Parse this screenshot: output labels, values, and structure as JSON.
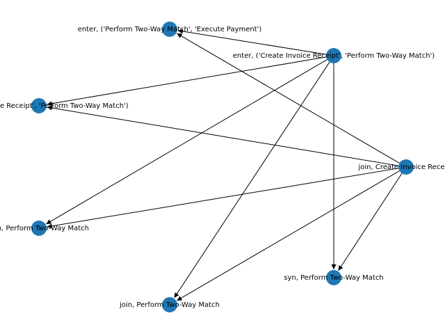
{
  "graph": {
    "node_color": "#1f77b4",
    "edge_color": "#000000",
    "nodes": [
      {
        "id": "n1",
        "label": "enter, ('Perform Two-Way Match', 'Execute Payment')"
      },
      {
        "id": "n2",
        "label": "enter, ('Create Invoice Receipt', 'Perform Two-Way Match')"
      },
      {
        "id": "n3",
        "label": "('Create Invoice Receipt', 'Perform Two-Way Match')"
      },
      {
        "id": "n4",
        "label": "join, Create Invoice Receipt"
      },
      {
        "id": "n5",
        "label": "join, Perform Two-Way Match"
      },
      {
        "id": "n6",
        "label": "syn, Perform Two-Way Match"
      },
      {
        "id": "n7",
        "label": "join, Perform Two-Way Match"
      }
    ],
    "edges": [
      {
        "from": "n2",
        "to": "n1"
      },
      {
        "from": "n2",
        "to": "n3"
      },
      {
        "from": "n2",
        "to": "n5"
      },
      {
        "from": "n2",
        "to": "n7"
      },
      {
        "from": "n2",
        "to": "n6"
      },
      {
        "from": "n4",
        "to": "n1"
      },
      {
        "from": "n4",
        "to": "n3"
      },
      {
        "from": "n4",
        "to": "n5"
      },
      {
        "from": "n4",
        "to": "n7"
      },
      {
        "from": "n4",
        "to": "n6"
      }
    ]
  }
}
